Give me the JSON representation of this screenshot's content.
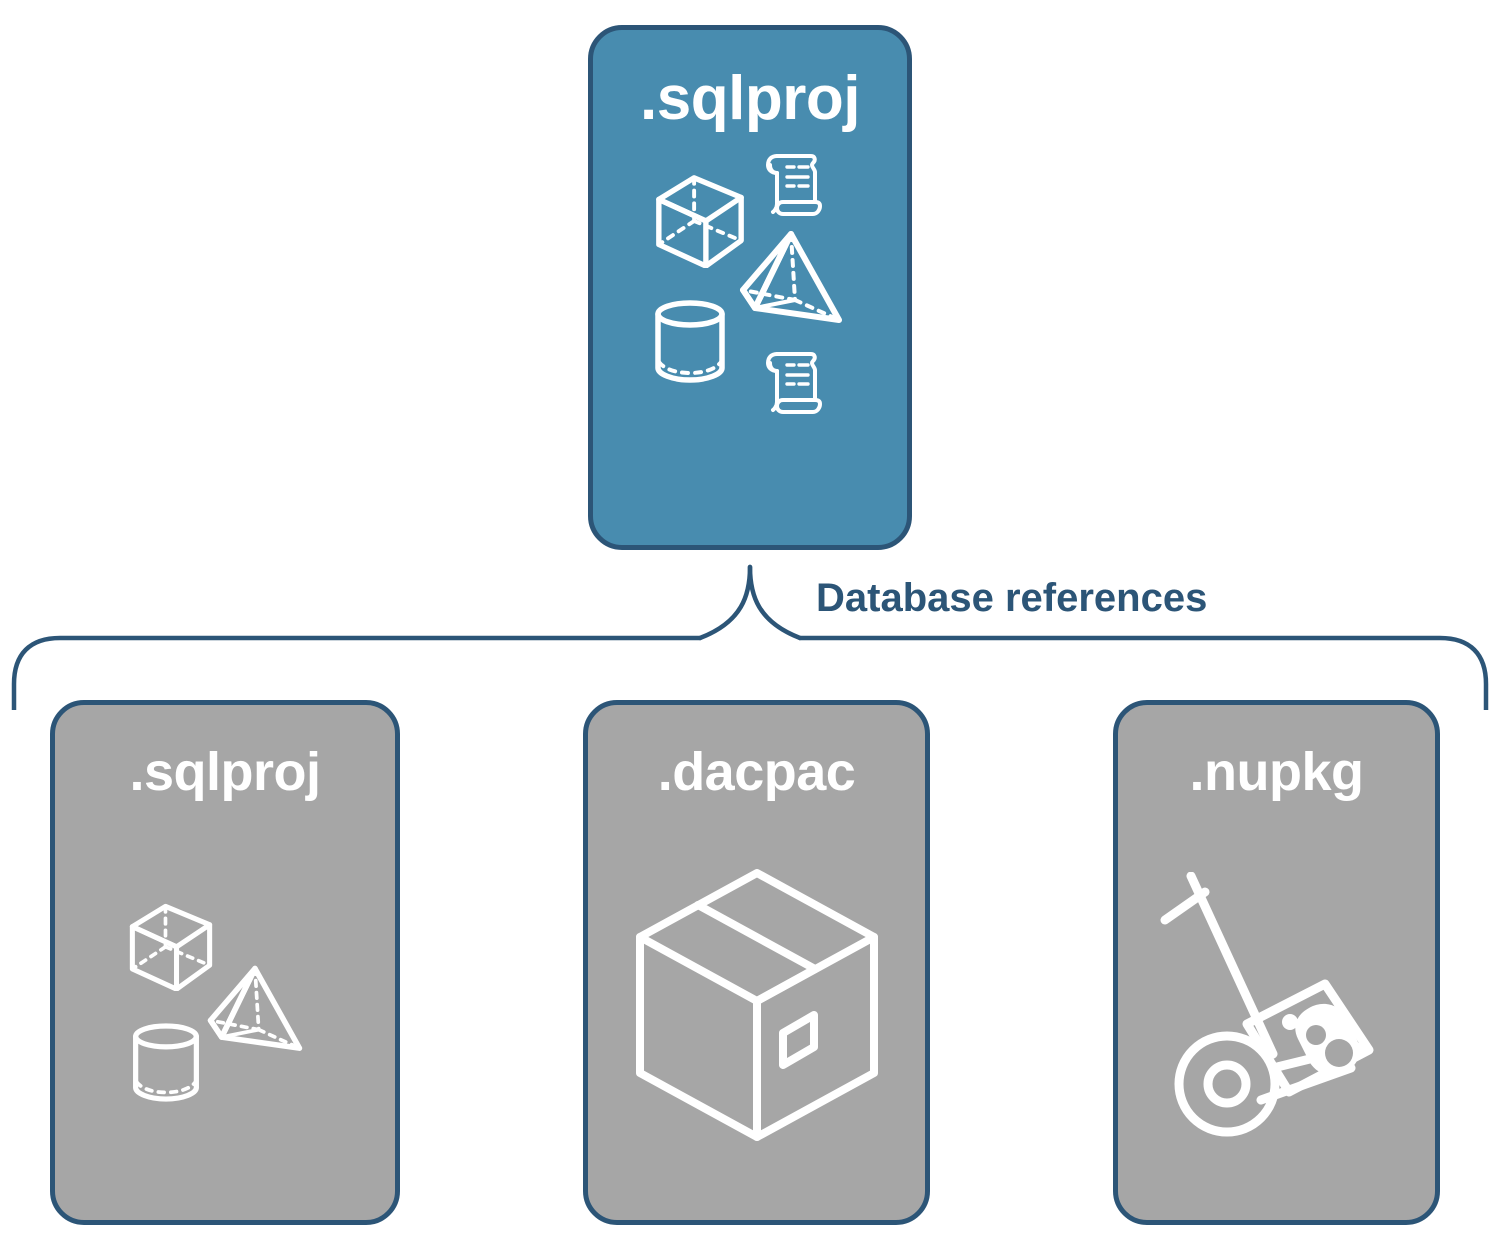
{
  "diagram": {
    "title_text": "Database references",
    "colors": {
      "accent_teal": "#488caf",
      "gray_card": "#a6a6a6",
      "border_navy": "#2c5577",
      "icon_white": "#ffffff",
      "background": "#ffffff"
    }
  },
  "source_node": {
    "label": ".sqlproj",
    "fill": "teal",
    "icons": [
      "cube-wireframe-icon",
      "scroll-script-icon",
      "pyramid-wireframe-icon",
      "cylinder-wireframe-icon",
      "scroll-script-icon"
    ]
  },
  "connector": {
    "label": "Database references",
    "style": "curly-brace",
    "direction": "one-to-many"
  },
  "reference_nodes": [
    {
      "label": ".sqlproj",
      "fill": "gray",
      "icons": [
        "cube-wireframe-icon",
        "pyramid-wireframe-icon",
        "cylinder-wireframe-icon"
      ]
    },
    {
      "label": ".dacpac",
      "fill": "gray",
      "icons": [
        "shipping-box-icon"
      ]
    },
    {
      "label": ".nupkg",
      "fill": "gray",
      "icons": [
        "hand-truck-package-icon"
      ]
    }
  ]
}
